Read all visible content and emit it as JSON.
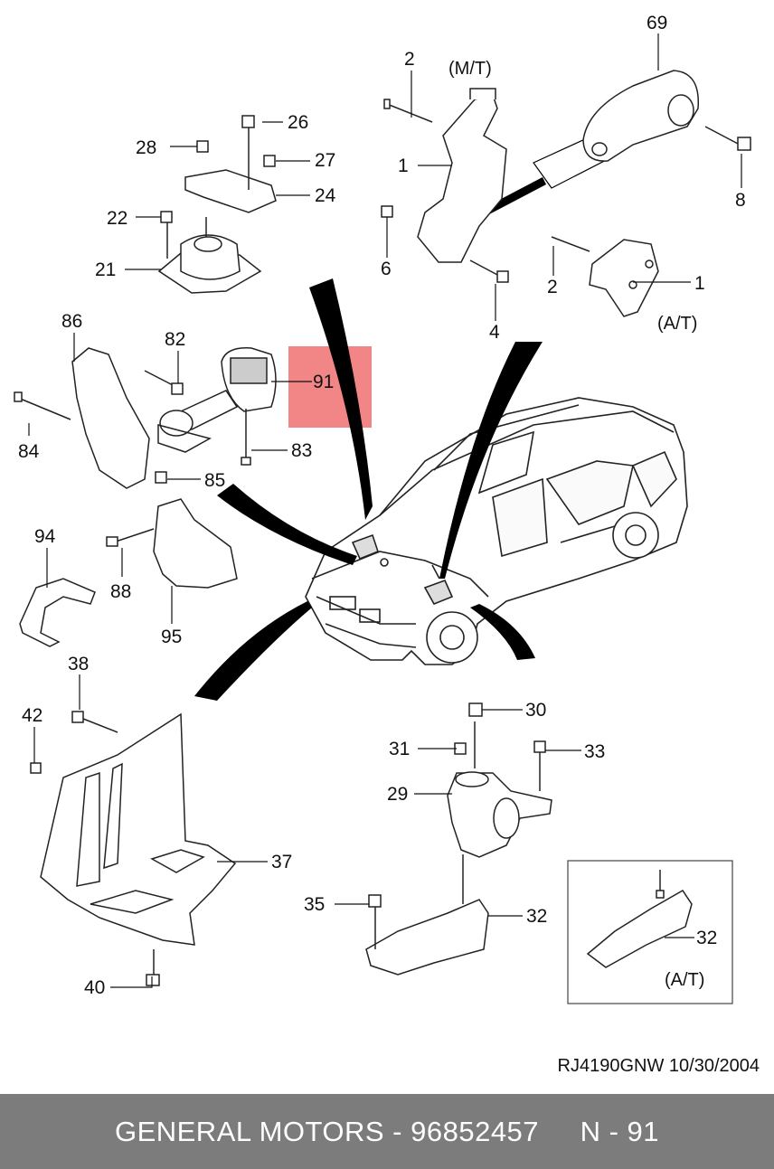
{
  "callouts": {
    "c69": "69",
    "c2a": "2",
    "mt": "(M/T)",
    "c1a": "1",
    "c8": "8",
    "c6": "6",
    "c4": "4",
    "c2b": "2",
    "c1b": "1",
    "at1": "(A/T)",
    "c26": "26",
    "c28": "28",
    "c27": "27",
    "c24": "24",
    "c22": "22",
    "c21": "21",
    "c86": "86",
    "c82": "82",
    "c91": "91",
    "c84": "84",
    "c83": "83",
    "c85": "85",
    "c94": "94",
    "c88": "88",
    "c95": "95",
    "c38": "38",
    "c42": "42",
    "c37": "37",
    "c40": "40",
    "c30": "30",
    "c31": "31",
    "c33": "33",
    "c29": "29",
    "c35": "35",
    "c32a": "32",
    "c32b": "32",
    "at2": "(A/T)"
  },
  "highlight": {
    "part": "91",
    "color": "#f07070"
  },
  "doc_code": "RJ4190GNW  10/30/2004",
  "footer": {
    "text": "GENERAL MOTORS - 96852457     N - 91",
    "bg": "#7c7c7c"
  }
}
